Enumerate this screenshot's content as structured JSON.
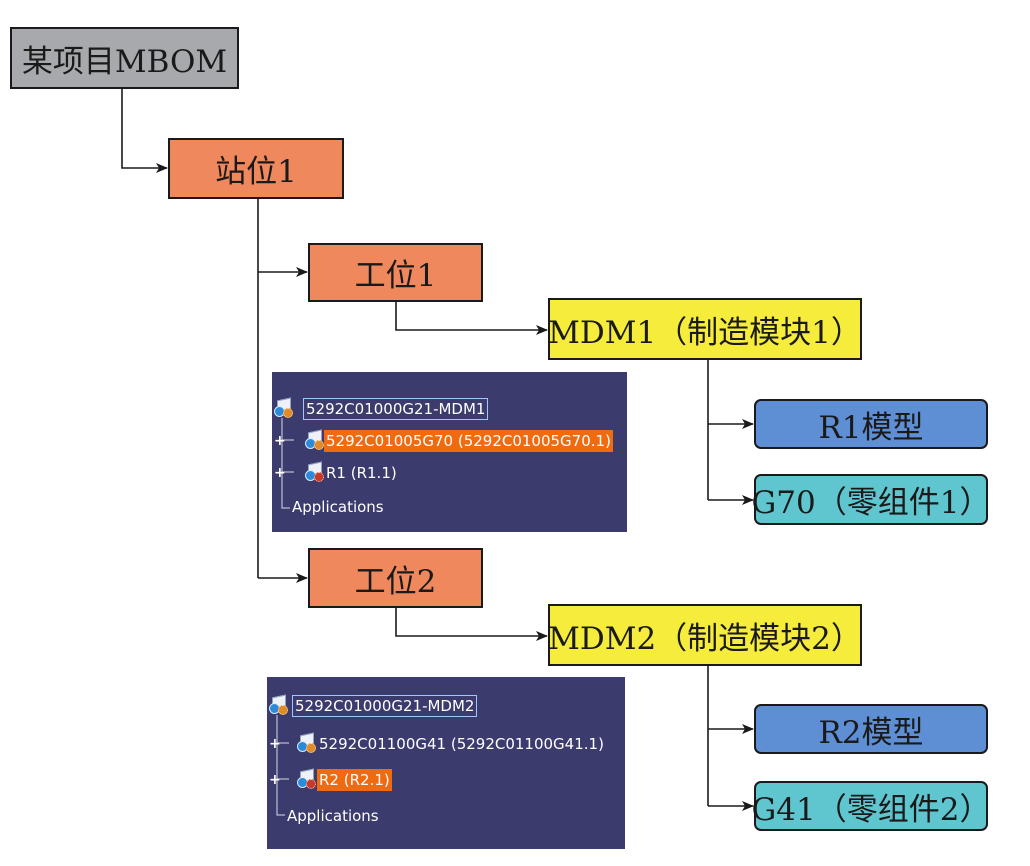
{
  "nodes": {
    "root": "某项目MBOM",
    "station1": "站位1",
    "work1": "工位1",
    "mdm1": "MDM1（制造模块1）",
    "r1": "R1模型",
    "g70": "G70（零组件1）",
    "work2": "工位2",
    "mdm2": "MDM2（制造模块2）",
    "r2": "R2模型",
    "g41": "G41（零组件2）"
  },
  "colors": {
    "root": "#a7a9ac",
    "station_work": "#f0885e",
    "mdm": "#f6ec3b",
    "model": "#5e8fd4",
    "part": "#5fc6cf",
    "panel_bg": "#3c3b6e",
    "panel_selection": "#f06a10"
  },
  "tree1": {
    "root": "5292C01000G21-MDM1",
    "child1": "5292C01005G70 (5292C01005G70.1)",
    "child2": "R1 (R1.1)",
    "apps": "Applications"
  },
  "tree2": {
    "root": "5292C01000G21-MDM2",
    "child1": "5292C01100G41 (5292C01100G41.1)",
    "child2": "R2 (R2.1)",
    "apps": "Applications"
  }
}
